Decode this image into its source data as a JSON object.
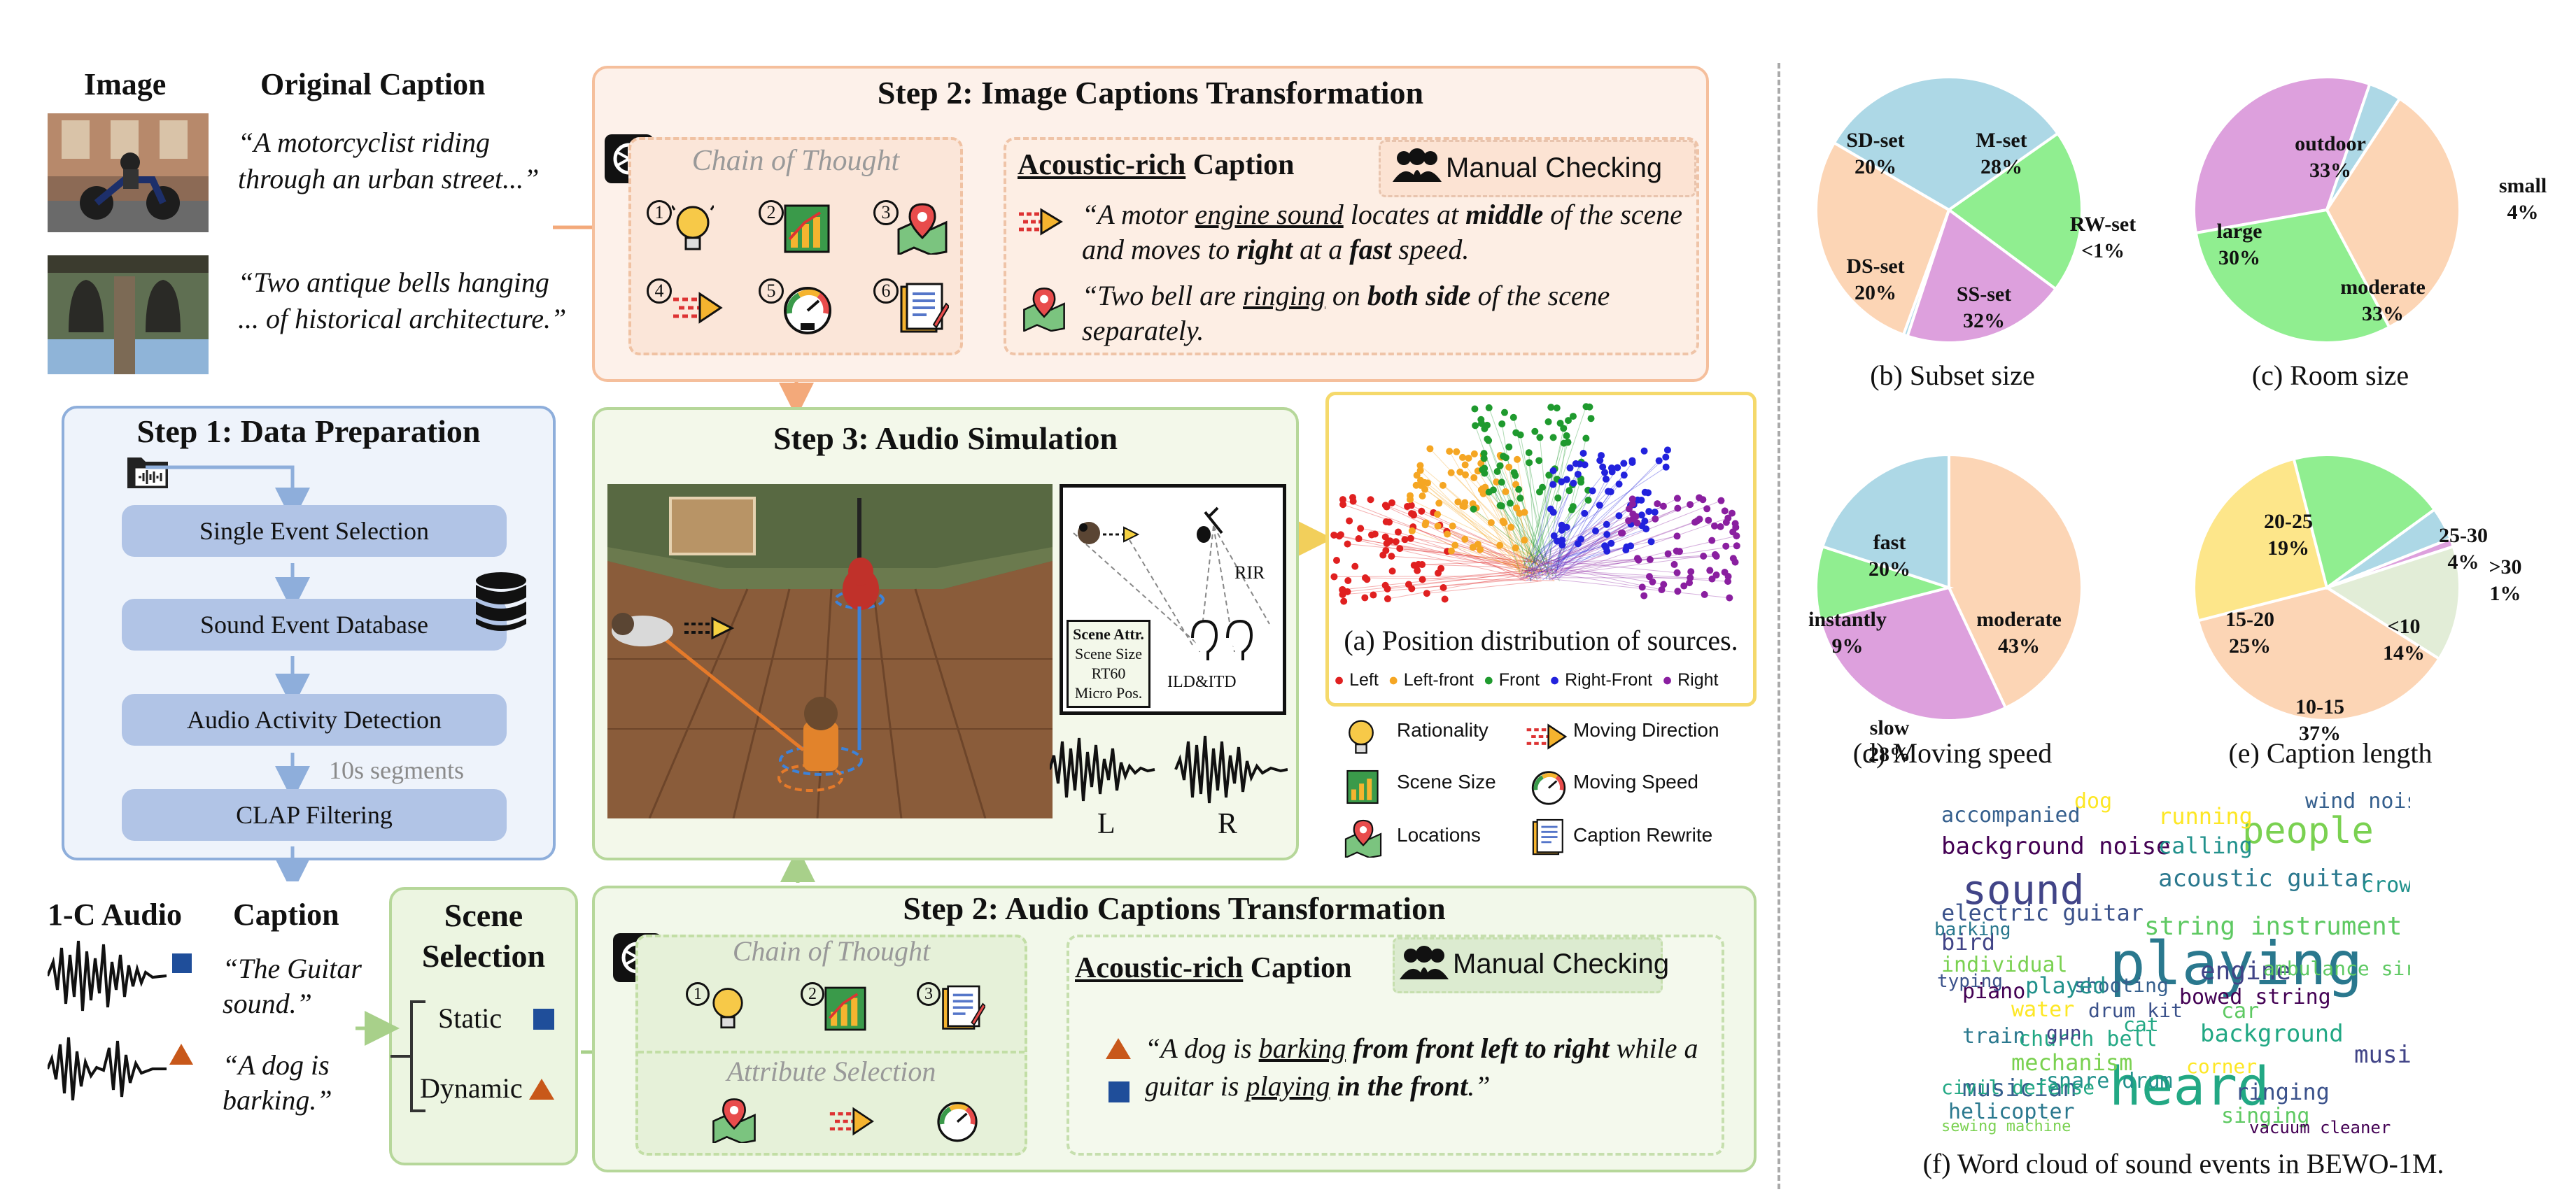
{
  "left": {
    "image_header": "Image",
    "caption_header": "Original Caption",
    "caption1": "“A motorcyclist riding through an urban street...”",
    "caption2": "“Two antique bells hanging ... of historical architecture.”"
  },
  "step1": {
    "title": "Step 1: Data Preparation",
    "items": [
      "Single Event Selection",
      "Sound Event Database",
      "Audio Activity Detection",
      "CLAP Filtering"
    ],
    "segments_note": "10s segments"
  },
  "bottom_left": {
    "audio_header": "1-C Audio",
    "caption_header": "Caption",
    "caption1": "“The Guitar sound.”",
    "caption2": "“A dog is barking.”"
  },
  "scene_selection": {
    "title": "Scene Selection",
    "static_label": "Static",
    "dynamic_label": "Dynamic"
  },
  "step2_image": {
    "title": "Step 2: Image Captions Transformation",
    "cot_label": "Chain of Thought",
    "numbers": [
      "1",
      "2",
      "3",
      "4",
      "5",
      "6"
    ],
    "acoustic_label_a": "Acoustic-rich",
    "acoustic_label_b": "Caption",
    "manual_label": "Manual Checking",
    "caption1_parts": [
      "“A motor ",
      "engine sound",
      " locates at ",
      "middle",
      " of the scene and  moves to ",
      "right",
      " at a ",
      "fast",
      " speed."
    ],
    "caption2_parts": [
      "“Two bell are ",
      "ringing",
      " on ",
      "both side",
      " of the scene separately."
    ]
  },
  "step3": {
    "title": "Step 3: Audio Simulation",
    "scene_attr_title": "Scene Attr.",
    "scene_attr_items": [
      "Scene Size",
      "RT60",
      "Micro Pos."
    ],
    "rir_label": "RIR",
    "ild_label": "ILD&ITD",
    "left_channel": "L",
    "right_channel": "R"
  },
  "position_panel": {
    "caption": "(a) Position distribution of sources.",
    "legend": [
      {
        "label": "Left",
        "color": "#e02020"
      },
      {
        "label": "Left-front",
        "color": "#f5a623"
      },
      {
        "label": "Front",
        "color": "#1f9a2e"
      },
      {
        "label": "Right-Front",
        "color": "#2222dd"
      },
      {
        "label": "Right",
        "color": "#8a1fa0"
      }
    ]
  },
  "icon_legend": [
    {
      "label": "Rationality",
      "icon": "lightbulb-icon"
    },
    {
      "label": "Moving Direction",
      "icon": "arrows-icon"
    },
    {
      "label": "Scene Size",
      "icon": "chart-icon"
    },
    {
      "label": "Moving Speed",
      "icon": "speedometer-icon"
    },
    {
      "label": "Locations",
      "icon": "map-pin-icon"
    },
    {
      "label": "Caption Rewrite",
      "icon": "document-icon"
    }
  ],
  "step2_audio": {
    "title": "Step 2: Audio Captions Transformation",
    "cot_label": "Chain of Thought",
    "numbers": [
      "1",
      "2",
      "3"
    ],
    "attr_label": "Attribute Selection",
    "acoustic_label_a": "Acoustic-rich",
    "acoustic_label_b": "Caption",
    "manual_label": "Manual Checking",
    "caption_parts": [
      "“A dog is ",
      "barking",
      " from front left to right",
      " while a guitar is ",
      "playing",
      " in the front",
      ".”"
    ]
  },
  "chart_data": [
    {
      "type": "pie",
      "title": "(b) Subset size",
      "categories": [
        "M-set",
        "SS-set",
        "DS-set",
        "SD-set",
        "RW-set"
      ],
      "values": [
        28,
        32,
        20,
        20,
        0.5
      ],
      "value_labels": [
        "28%",
        "32%",
        "20%",
        "20%",
        "<1%"
      ],
      "colors": [
        "#fcd5b5",
        "#add8e6",
        "#90ee90",
        "#dda0dd",
        "#add8e6"
      ]
    },
    {
      "type": "pie",
      "title": "(c) Room size",
      "categories": [
        "outdoor",
        "small",
        "moderate",
        "large"
      ],
      "values": [
        33,
        4,
        33,
        30
      ],
      "value_labels": [
        "33%",
        "4%",
        "33%",
        "30%"
      ],
      "colors": [
        "#dda0dd",
        "#add8e6",
        "#fcd5b5",
        "#90ee90"
      ]
    },
    {
      "type": "pie",
      "title": "(d) Moving speed",
      "categories": [
        "moderate",
        "slow",
        "instantly",
        "fast"
      ],
      "values": [
        43,
        28,
        9,
        20
      ],
      "value_labels": [
        "43%",
        "28%",
        "9%",
        "20%"
      ],
      "colors": [
        "#fcd5b5",
        "#dda0dd",
        "#90ee90",
        "#add8e6"
      ]
    },
    {
      "type": "pie",
      "title": "(e) Caption length",
      "categories": [
        "25-30",
        ">30",
        "<10",
        "10-15",
        "15-20",
        "20-25"
      ],
      "values": [
        4,
        1,
        14,
        37,
        25,
        19
      ],
      "value_labels": [
        "4%",
        "1%",
        "14%",
        "37%",
        "25%",
        "19%"
      ],
      "colors": [
        "#add8e6",
        "#dda0dd",
        "#e2edd7",
        "#fcd5b5",
        "#fde68a",
        "#90ee90"
      ]
    }
  ],
  "wordcloud": {
    "caption": "(f) Word cloud of sound events in BEWO-1M.",
    "words": [
      "playing",
      "heard",
      "sound",
      "people",
      "background noise",
      "accompanied",
      "running",
      "calling",
      "electric guitar",
      "string instrument",
      "acoustic guitar",
      "background",
      "bird",
      "individual",
      "piano",
      "shooting",
      "water",
      "played",
      "drum kit",
      "car",
      "train",
      "church bell",
      "engine",
      "mechanism",
      "bowed string",
      "musician",
      "corner",
      "snare drum",
      "ringing",
      "singing",
      "helicopter",
      "civil defense",
      "music",
      "sewing machine",
      "vacuum cleaner",
      "wind noise",
      "dog",
      "crowd",
      "typing",
      "ambulance siren",
      "barking",
      "cat",
      "gun"
    ]
  }
}
